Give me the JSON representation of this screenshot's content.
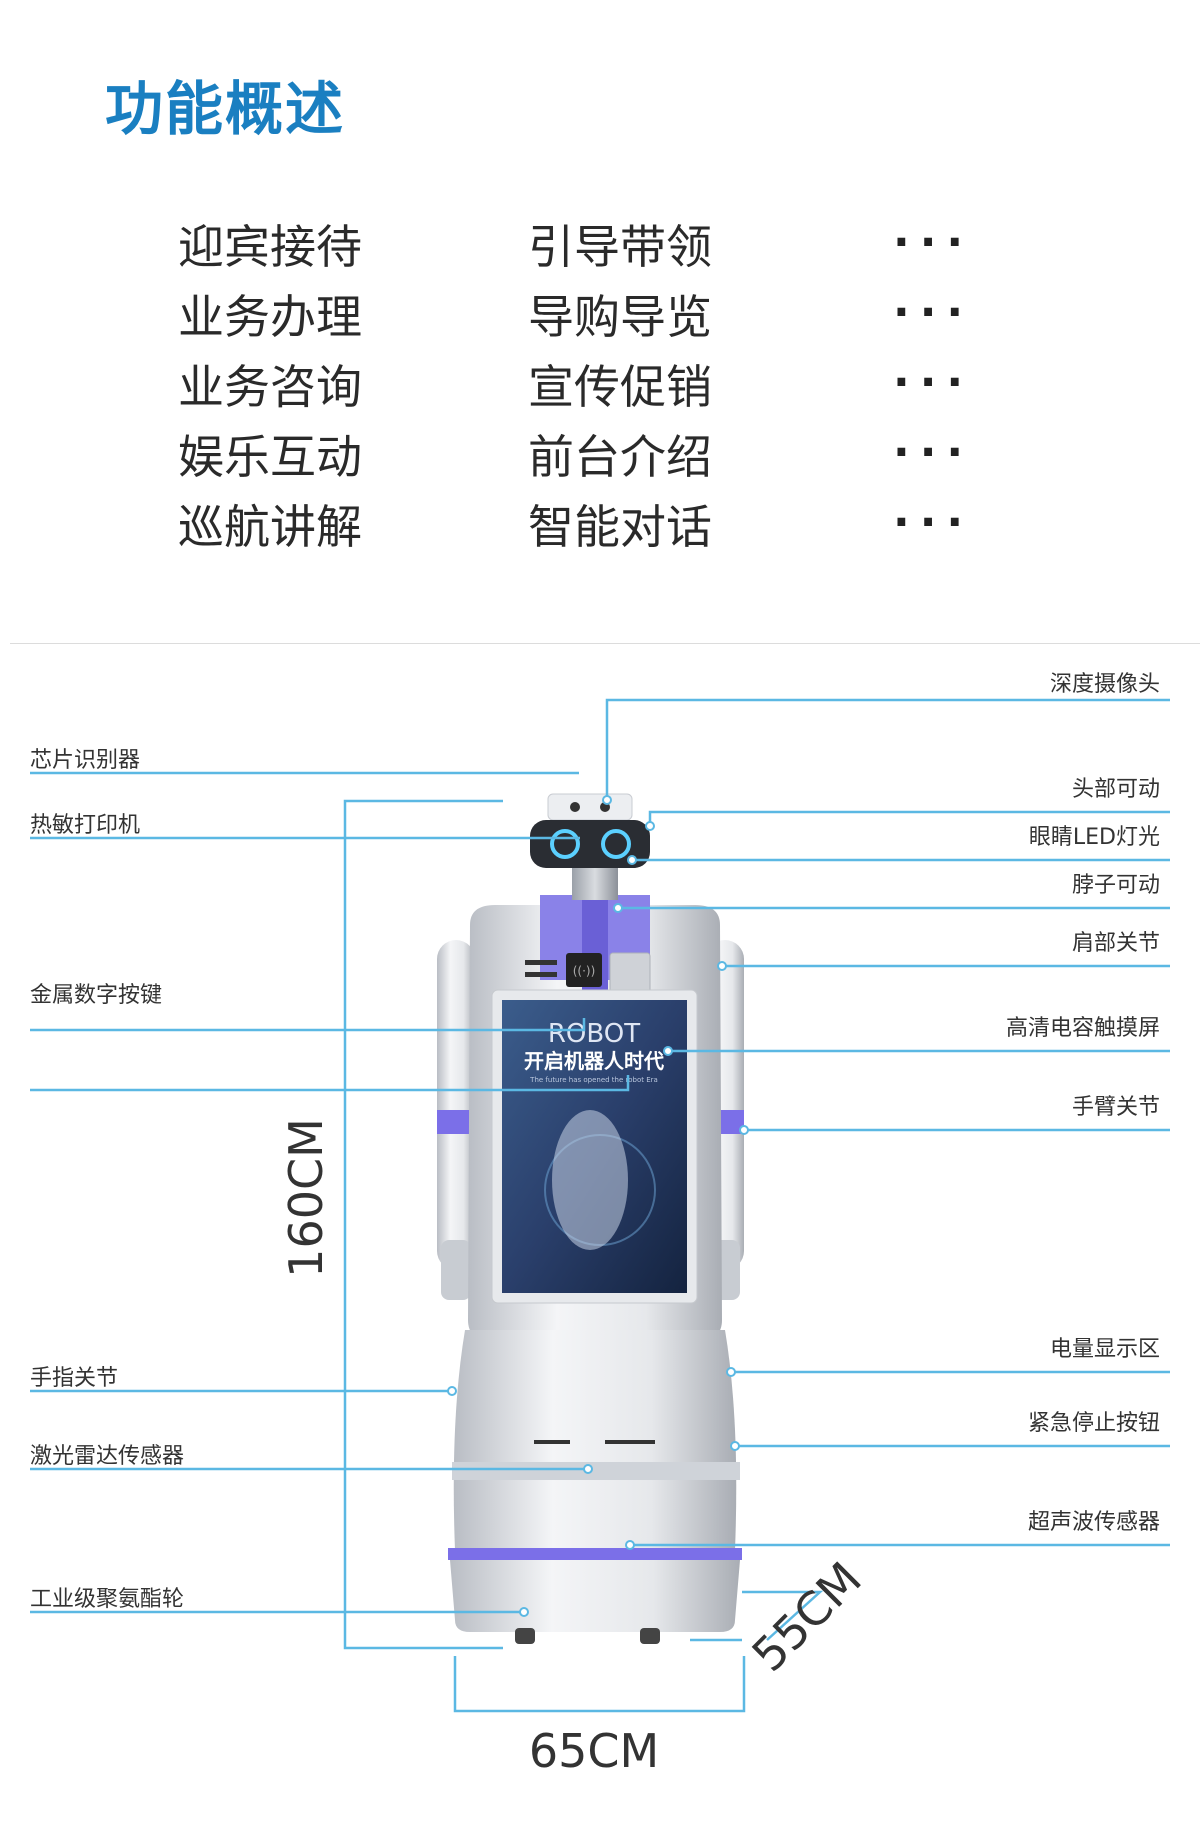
{
  "title": "功能概述",
  "features": [
    [
      "迎宾接待",
      "引导带领",
      "···"
    ],
    [
      "业务办理",
      "导购导览",
      "···"
    ],
    [
      "业务咨询",
      "宣传促销",
      "···"
    ],
    [
      "娱乐互动",
      "前台介绍",
      "···"
    ],
    [
      "巡航讲解",
      "智能对话",
      "···"
    ]
  ],
  "labels_left": [
    "芯片识别器",
    "热敏打印机",
    "金属数字按键",
    "手指关节",
    "激光雷达传感器",
    "工业级聚氨酯轮"
  ],
  "labels_right": [
    "深度摄像头",
    "头部可动",
    "眼睛LED灯光",
    "脖子可动",
    "肩部关节",
    "高清电容触摸屏",
    "手臂关节",
    "电量显示区",
    "紧急停止按钮",
    "超声波传感器"
  ],
  "screen": {
    "brand": "ROBOT",
    "headline": "开启机器人时代",
    "tagline": "The future has opened the robot Era"
  },
  "dimensions": {
    "height": "160CM",
    "width": "65CM",
    "depth": "55CM"
  },
  "colors": {
    "title": "#1a7fc1",
    "leader": "#5bb8e3",
    "accent": "#7b6fe8"
  }
}
